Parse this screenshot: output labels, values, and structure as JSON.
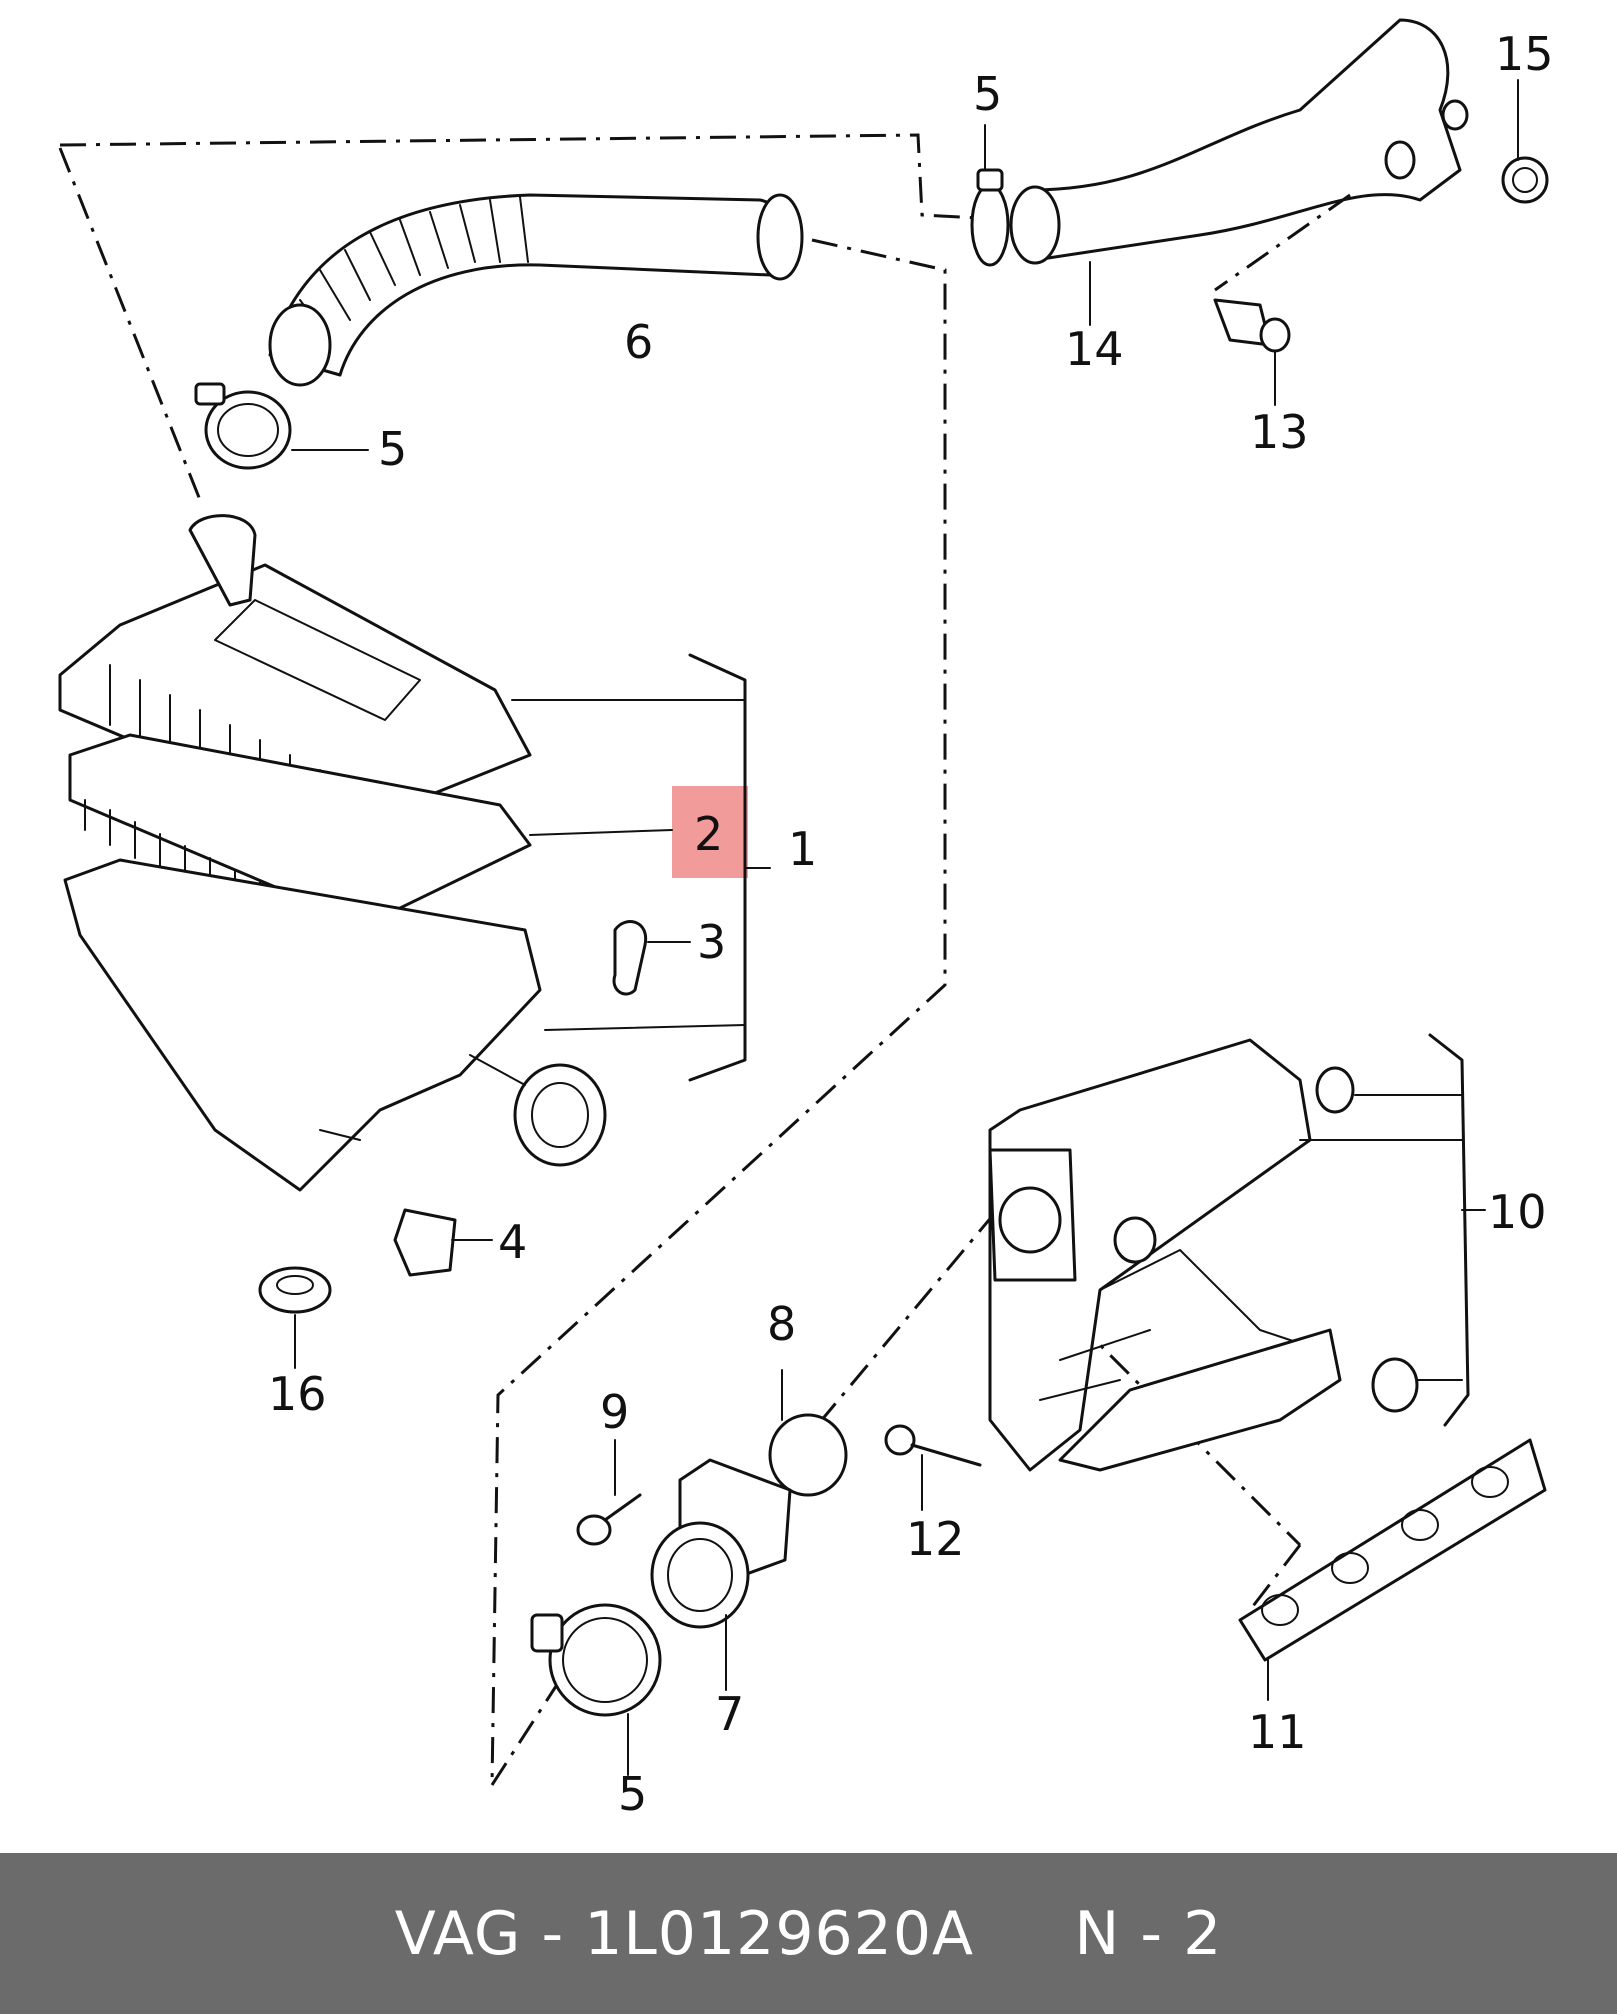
{
  "labels": {
    "l1": "1",
    "l2": "2",
    "l3": "3",
    "l4": "4",
    "l5a": "5",
    "l5b": "5",
    "l5c": "5",
    "l6": "6",
    "l7": "7",
    "l8": "8",
    "l9": "9",
    "l10": "10",
    "l11": "11",
    "l12": "12",
    "l13": "13",
    "l14": "14",
    "l15": "15",
    "l16": "16"
  },
  "footer": {
    "text": "VAG - 1L0129620A     N - 2"
  },
  "colors": {
    "highlight": "#f08a8a",
    "footer_bg": "#6b6b6b",
    "footer_text": "#ffffff"
  }
}
